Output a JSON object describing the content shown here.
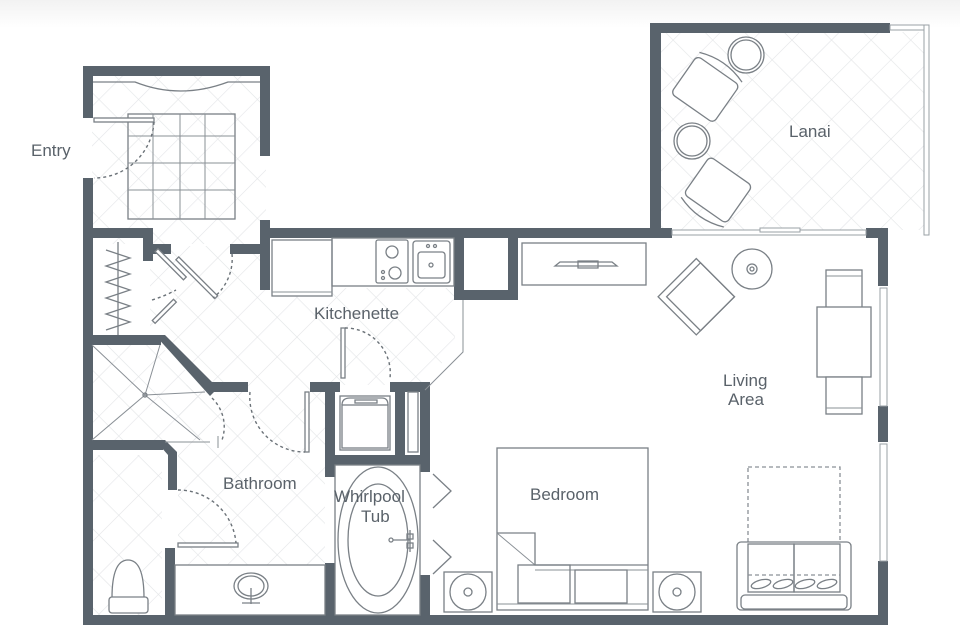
{
  "floorplan": {
    "colors": {
      "wall": "#59636c",
      "fixture_stroke": "#7a8086",
      "label": "#5a626a",
      "tile_grid": "#e3e5e7",
      "background": "#ffffff"
    },
    "rooms": {
      "entry": {
        "label": "Entry"
      },
      "lanai": {
        "label": "Lanai"
      },
      "kitchenette": {
        "label": "Kitchenette"
      },
      "living_area": {
        "label_line1": "Living",
        "label_line2": "Area"
      },
      "bathroom": {
        "label": "Bathroom"
      },
      "whirlpool_tub": {
        "label_line1": "Whirlpool",
        "label_line2": "Tub"
      },
      "bedroom": {
        "label": "Bedroom"
      }
    },
    "fixtures": [
      "entry-door",
      "closet-wardrobe",
      "bifold-closet-door",
      "refrigerator",
      "cooktop",
      "kitchen-sink",
      "tv-console",
      "lounge-chair",
      "side-table",
      "dining-table",
      "lanai-chairs",
      "lanai-side-tables",
      "sliding-door",
      "washer-dryer",
      "whirlpool-tub",
      "vanity-sink",
      "toilet",
      "shower",
      "bed",
      "nightstands",
      "sofa-bed"
    ]
  }
}
